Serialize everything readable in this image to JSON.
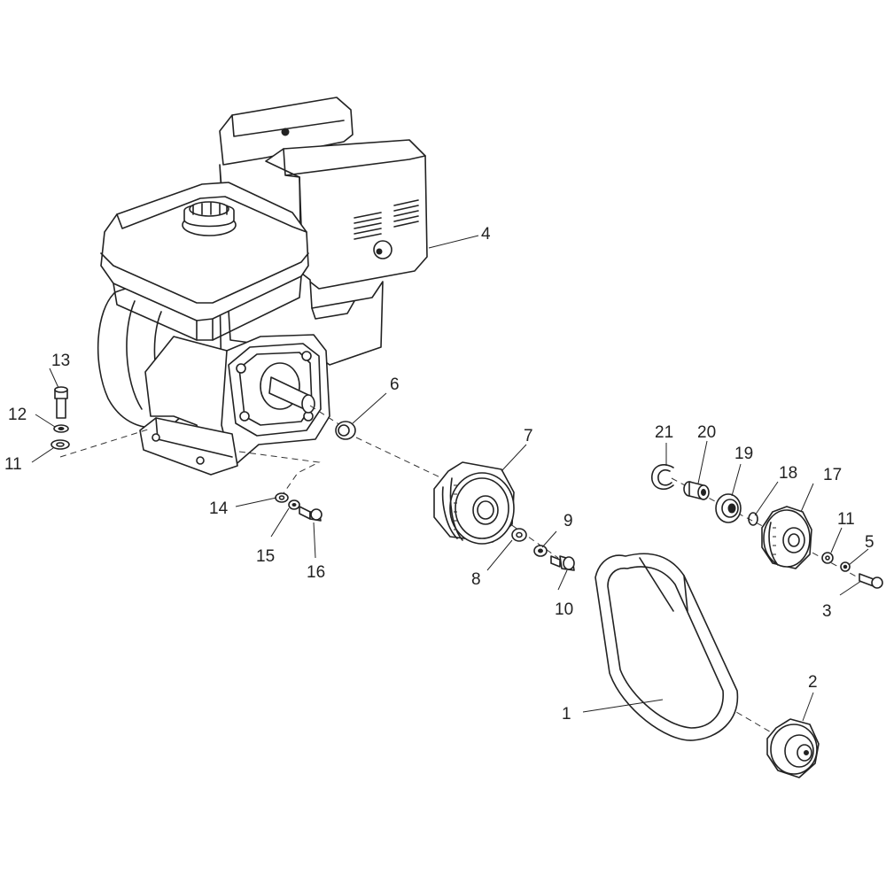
{
  "callouts": {
    "1": "1",
    "2": "2",
    "3": "3",
    "4": "4",
    "5": "5",
    "6": "6",
    "7": "7",
    "8": "8",
    "9": "9",
    "10": "10",
    "11a": "11",
    "11b": "11",
    "12": "12",
    "13": "13",
    "14": "14",
    "15": "15",
    "16": "16",
    "17": "17",
    "18": "18",
    "19": "19",
    "20": "20",
    "21": "21"
  },
  "colors": {
    "line": "#222222",
    "background": "#ffffff"
  }
}
